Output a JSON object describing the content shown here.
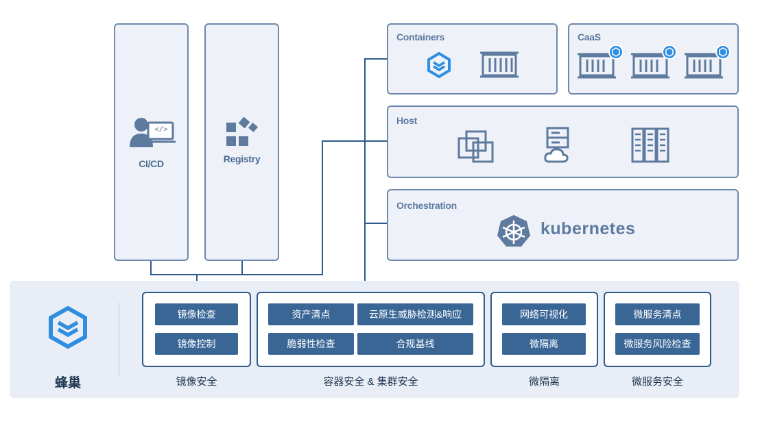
{
  "pipeline": {
    "cicd_label": "CI/CD",
    "cicd_screen_text": "</>",
    "registry_label": "Registry"
  },
  "platforms": {
    "containers": "Containers",
    "caas": "CaaS",
    "host": "Host",
    "orchestration": "Orchestration",
    "kubernetes": "kubernetes"
  },
  "brand": {
    "name": "蜂巢"
  },
  "groups": {
    "image": {
      "title": "镜像安全",
      "buttons": [
        "镜像检查",
        "镜像控制"
      ]
    },
    "container": {
      "title": "容器安全 & 集群安全",
      "buttons": [
        "资产清点",
        "云原生威胁检测&响应",
        "脆弱性检查",
        "合规基线"
      ]
    },
    "micro_isolation": {
      "title": "微隔离",
      "buttons": [
        "网络可视化",
        "微隔离"
      ]
    },
    "microservice": {
      "title": "微服务安全",
      "buttons": [
        "微服务清点",
        "微服务风险检查"
      ]
    }
  },
  "colors": {
    "accent": "#3a6696",
    "panel_border": "#6c88ad",
    "panel_fill": "#eef2f8",
    "brand_blue": "#2f8ee0"
  }
}
